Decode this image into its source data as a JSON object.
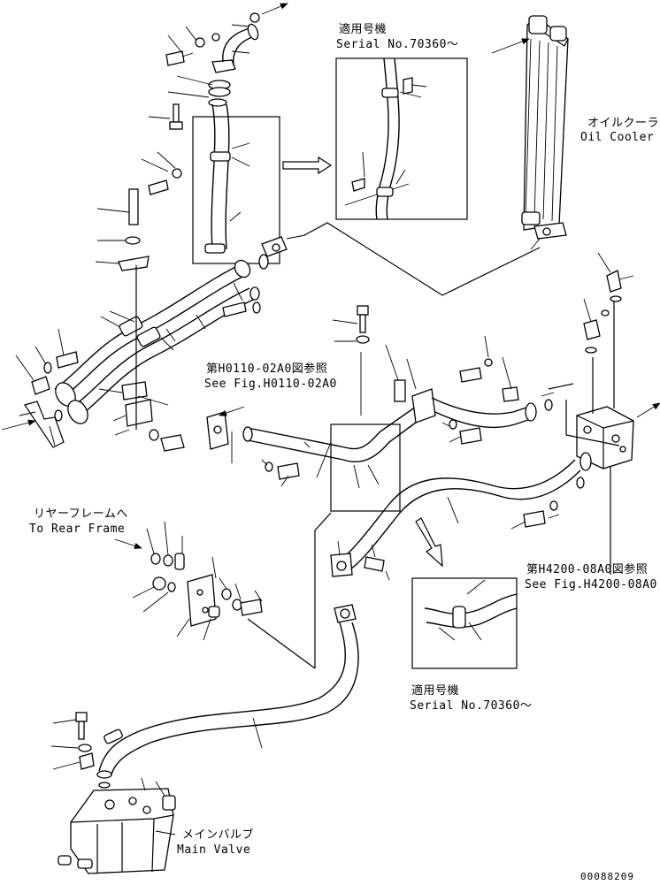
{
  "labels": {
    "serial_top_jp": "適用号機",
    "serial_top_en": "Serial No.70360～",
    "oil_cooler_jp": "オイルクーラ",
    "oil_cooler_en": "Oil Cooler",
    "ref_h0110_jp": "第H0110-02A0図参照",
    "ref_h0110_en": "See Fig.H0110-02A0",
    "rear_frame_jp": "リヤーフレームへ",
    "rear_frame_en": "To Rear Frame",
    "ref_h4200_jp": "第H4200-08A0図参照",
    "ref_h4200_en": "See Fig.H4200-08A0",
    "serial_bottom_jp": "適用号機",
    "serial_bottom_en": "Serial No.70360～",
    "main_valve_jp": "メインバルブ",
    "main_valve_en": "Main Valve",
    "drawing_number": "00088209"
  }
}
